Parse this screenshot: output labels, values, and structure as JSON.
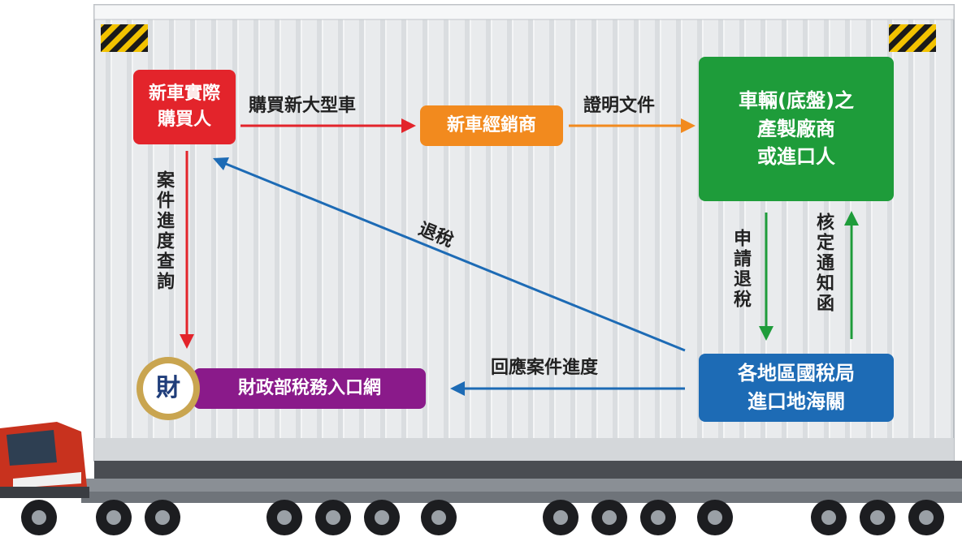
{
  "diagram": {
    "nodes": {
      "buyer": {
        "label": "新車實際\n購買人",
        "color": "#e3242b"
      },
      "dealer": {
        "label": "新車經銷商",
        "color": "#f28a1e"
      },
      "manufacturer": {
        "label": "車輛(底盤)之\n產製廠商\n或進口人",
        "color": "#1e9c3a"
      },
      "tax_office": {
        "label": "各地區國稅局\n進口地海關",
        "color": "#1d6bb5"
      },
      "tax_portal": {
        "label": "財政部稅務入口網",
        "color": "#8a1a8a"
      }
    },
    "edges": {
      "buy_new_truck": "購買新大型車",
      "proof_document": "證明文件",
      "apply_refund": "申請退稅",
      "approval_notice": "核定通知函",
      "tax_refund": "退稅",
      "reply_progress": "回應案件進度",
      "case_progress_query": "案件進度查詢"
    },
    "logo": {
      "glyph": "財",
      "name": "ministry-of-finance-logo"
    },
    "colors": {
      "red_arrow": "#e3242b",
      "orange_arrow": "#f28a1e",
      "green_arrow": "#1e9c3a",
      "blue_arrow": "#1d6bb5",
      "container": "#e4e6e8",
      "truck_cab": "#c8321e"
    }
  }
}
